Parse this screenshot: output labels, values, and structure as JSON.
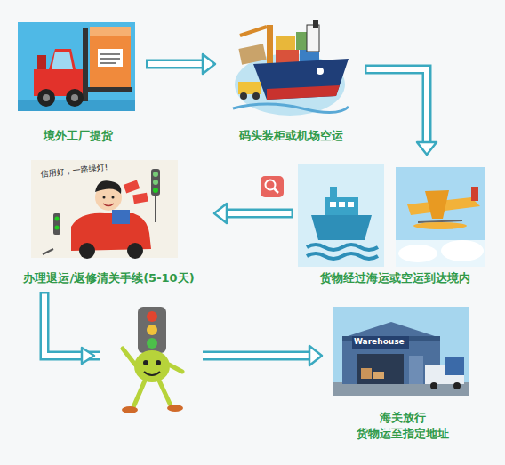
{
  "diagram": {
    "nodes": [
      {
        "text": [
          "境外工厂提货"
        ]
      },
      {
        "text": [
          "码头装柜或机场空运"
        ]
      },
      {
        "text": [
          "货物经过海运或空运到达境内"
        ]
      },
      {
        "text": [
          "办理退运/返修清关手续(5-10天)"
        ]
      },
      {
        "text": [
          "海关放行 货物运至指定地址"
        ]
      }
    ],
    "edges": [
      {
        "from": 0,
        "to": 1,
        "arrow": "to"
      },
      {
        "from": 1,
        "to": 2,
        "arrow": "to"
      },
      {
        "from": 2,
        "to": 3,
        "arrow": "to"
      },
      {
        "from": 3,
        "to": 4,
        "arrow": "to"
      }
    ],
    "labels": [
      "信用好，一路绿灯!",
      "Warehouse"
    ]
  }
}
